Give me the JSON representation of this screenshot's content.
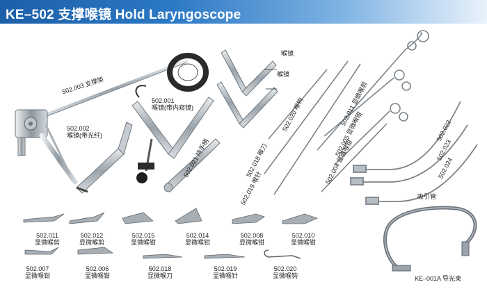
{
  "header": {
    "title": "KE–502  支撑喉镜 Hold Laryngoscope"
  },
  "labels": {
    "frame": "502.003 支撑架",
    "scope_fiber": "502.002\n喉镜(带光纤)",
    "scope_internal": "502.001\n喉镜(带内窥镜)",
    "scope_a": "喉镜",
    "scope_b": "喉镜",
    "hook_grip": "502.021 持手柄",
    "hook_020": "502.020 喉钩",
    "knife_018": "502.018 喉刀",
    "needle_019": "502.019 喉针",
    "scissors_011": "502.011 显微喉剪",
    "forceps_005": "502.005 显微喉钳",
    "forceps_004": "502.004 显微喉钳",
    "tube_022": "502.022",
    "tube_023": "502.023",
    "tube_024": "502.024",
    "suction": "吸引管",
    "light_cable": "KE–001A 导光束"
  },
  "thumbnails": [
    {
      "code": "502.011",
      "name": "显微喉剪"
    },
    {
      "code": "502.012",
      "name": "显微喉剪"
    },
    {
      "code": "502.015",
      "name": "显微喉钳"
    },
    {
      "code": "502.014",
      "name": "显微喉钳"
    },
    {
      "code": "502.008",
      "name": "显微喉钳"
    },
    {
      "code": "502.010",
      "name": "显微喉钳"
    },
    {
      "code": "502.007",
      "name": "显微喉钳"
    },
    {
      "code": "502.006",
      "name": "显微喉钳"
    },
    {
      "code": "502.018",
      "name": "显微喉刀"
    },
    {
      "code": "502.019",
      "name": "显微喉针"
    },
    {
      "code": "502.020",
      "name": "显微喉钩"
    }
  ]
}
